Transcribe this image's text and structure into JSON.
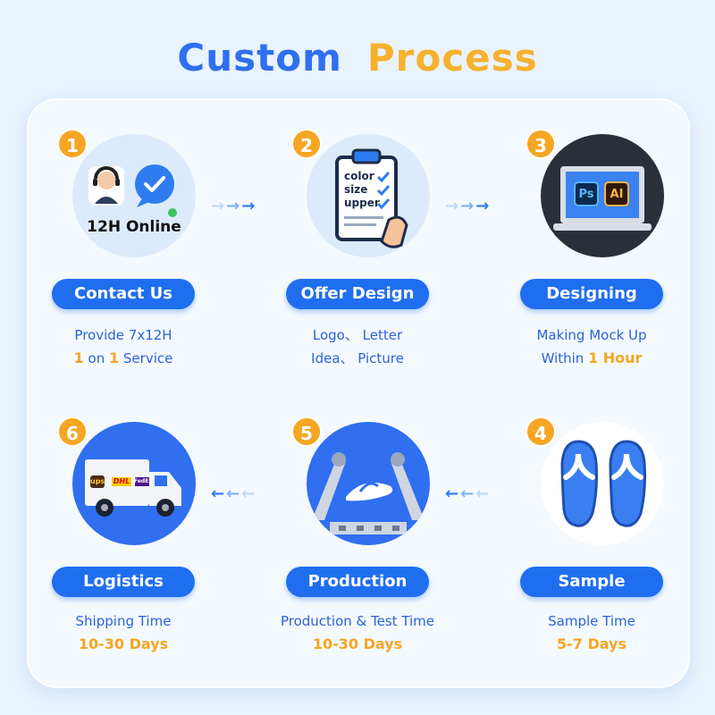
{
  "title": {
    "word1": "Custom",
    "word2": "Process"
  },
  "steps": [
    {
      "num": "1",
      "label": "Contact Us",
      "line1": "Provide 7x12H",
      "line2_a": "1",
      "line2_b": " on ",
      "line2_c": "1",
      "line2_d": " Service",
      "badge": "12H Online"
    },
    {
      "num": "2",
      "label": "Offer Design",
      "line1": "Logo、 Letter",
      "line2": "Idea、 Picture",
      "clip_items": [
        "color",
        "size",
        "upper"
      ]
    },
    {
      "num": "3",
      "label": "Designing",
      "line1": "Making Mock Up",
      "line2_a": "Within ",
      "line2_b": "1 Hour",
      "apps": [
        "Ps",
        "AI"
      ]
    },
    {
      "num": "4",
      "label": "Sample",
      "line1": "Sample Time",
      "line2": "5-7 Days"
    },
    {
      "num": "5",
      "label": "Production",
      "line1": "Production & Test Time",
      "line2": "10-30 Days"
    },
    {
      "num": "6",
      "label": "Logistics",
      "line1": "Shipping Time",
      "line2": "10-30 Days",
      "carriers": [
        "ups",
        "DHL",
        "FedEx"
      ]
    }
  ],
  "arrow_glyph_right": "→",
  "arrow_glyph_left": "←",
  "colors": {
    "blue": "#1f6ef0",
    "orange": "#f5a623",
    "panel": "#f4f9fe"
  }
}
